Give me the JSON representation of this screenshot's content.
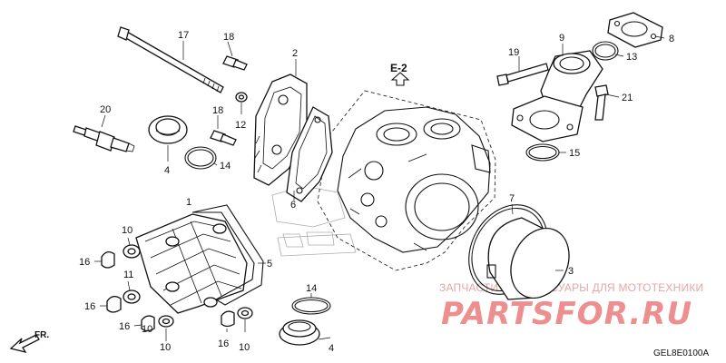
{
  "labels": [
    "1",
    "2",
    "3",
    "4",
    "4",
    "5",
    "6",
    "7",
    "8",
    "9",
    "10",
    "10",
    "10",
    "10",
    "11",
    "12",
    "13",
    "14",
    "14",
    "15",
    "16",
    "16",
    "16",
    "16",
    "17",
    "18",
    "18",
    "19",
    "20",
    "21"
  ],
  "view_marker": "E-2",
  "diagram_code": "GEL8E0100A",
  "direction_label": "FR.",
  "watermark": {
    "line1": "ЗАПЧАСТИ И АКСЕССУАРЫ ДЛЯ МОТОТЕХНИКИ",
    "line2": "PARTSFOR.RU"
  }
}
